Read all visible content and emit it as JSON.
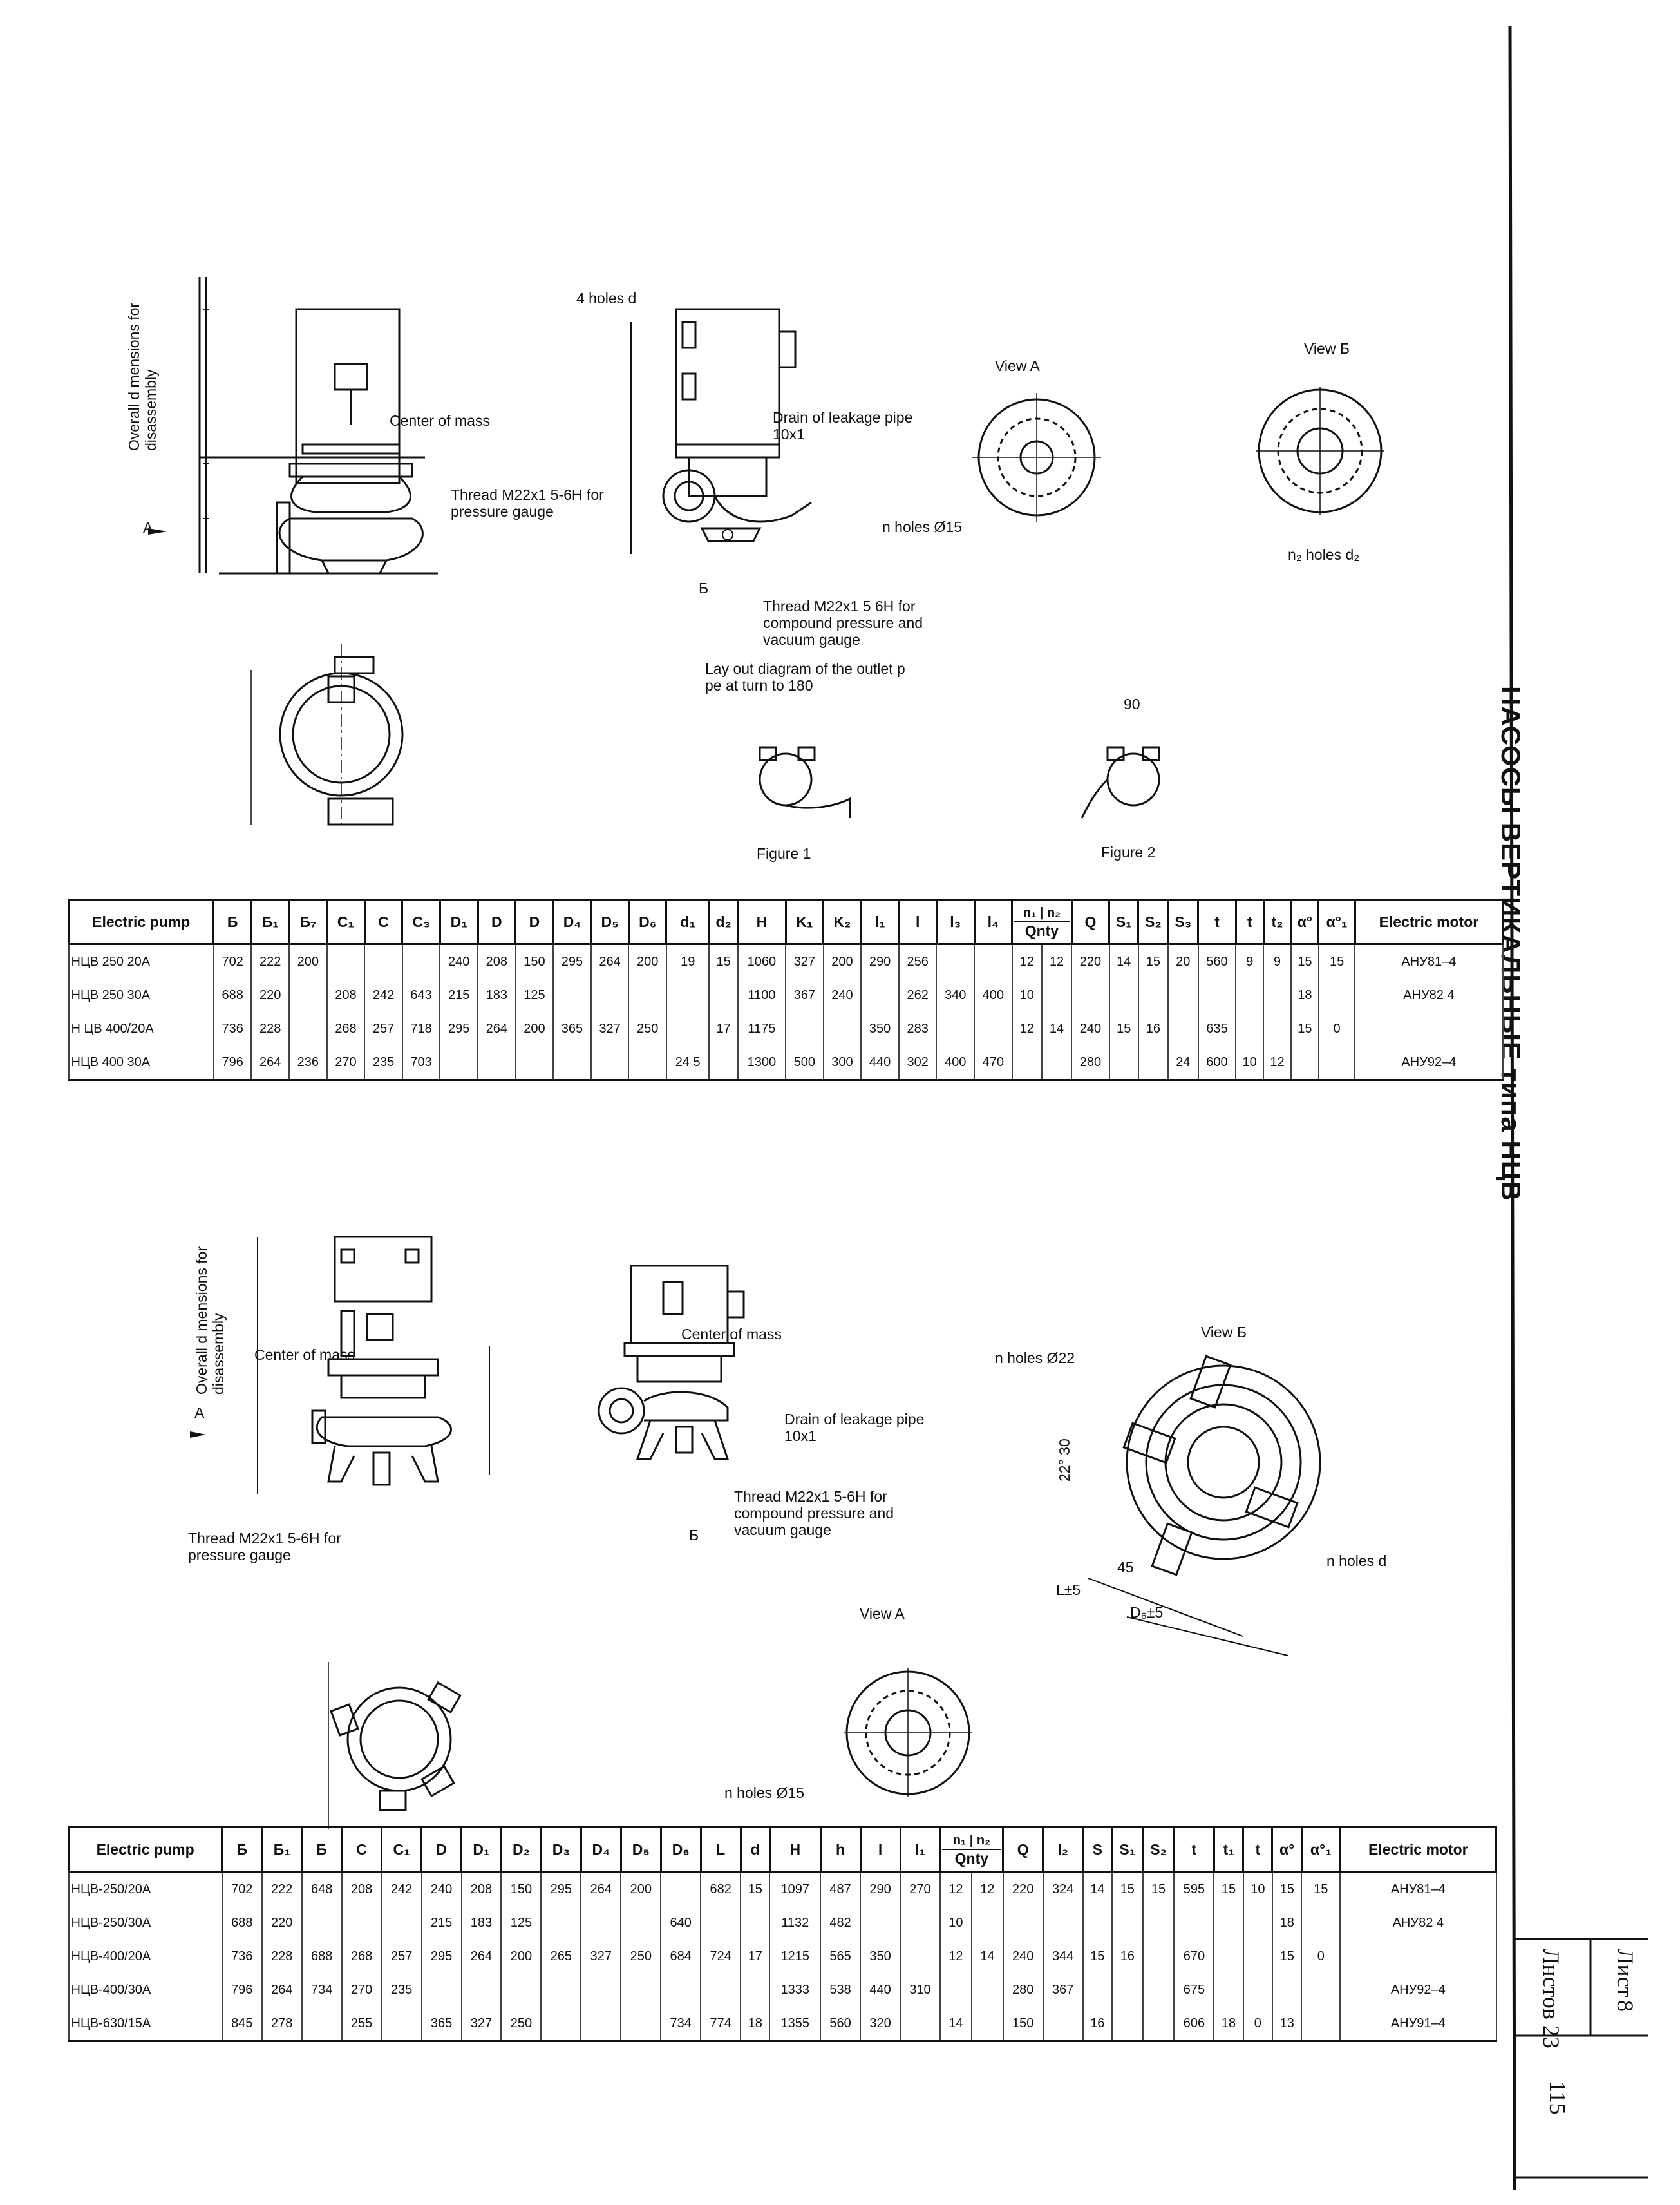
{
  "page": {
    "side_title": "НАСОСЫ ВЕРТИКАЛЬНЫЕ типа НЦВ",
    "stamp_sheet_label": "Лист",
    "stamp_sheet_num": "8",
    "stamp_doc": "Лнстов 23",
    "stamp_page": "115"
  },
  "top_drawings": {
    "overall_dims": "Overall d mensions for disassembly",
    "center_of_mass": "Center of mass",
    "thread_pressure": "Thread M22x1 5-6H for pressure gauge",
    "four_holes": "4 holes d",
    "drain": "Drain of leakage pipe 10x1",
    "thread_compound": "Thread M22x1 5 6H for compound pressure and vacuum gauge",
    "view_a": "View A",
    "view_b": "View Б",
    "n_holes": "n holes Ø15",
    "n2_holes": "n₂ holes d₂",
    "layout": "Lay out diagram of the outlet p pe at turn to 180",
    "ninety": "90",
    "figure1": "Figure 1",
    "figure2": "Figure 2",
    "label_A": "A",
    "label_B": "Б"
  },
  "table1": {
    "headers": [
      "Electric pump",
      "Б",
      "Б₁",
      "Б₇",
      "C₁",
      "C",
      "C₃",
      "D₁",
      "D",
      "D",
      "D₄",
      "D₅",
      "D₆",
      "d₁",
      "d₂",
      "H",
      "K₁",
      "K₂",
      "l₁",
      "l",
      "l₃",
      "l₄",
      "n₁|n₂ Qnty",
      "",
      "Q",
      "S₁",
      "S₂",
      "S₃",
      "t",
      "t",
      "t₂",
      "α°",
      "α°₁",
      "Electric motor"
    ],
    "qnty_top": [
      "n₁",
      "n₂"
    ],
    "qnty": "Qnty",
    "rows": [
      [
        "НЦВ 250 20А",
        "702",
        "222",
        "200",
        "",
        "",
        "",
        "240",
        "208",
        "150",
        "295",
        "264",
        "200",
        "19",
        "15",
        "1060",
        "327",
        "200",
        "290",
        "256",
        "",
        "",
        "12",
        "12",
        "220",
        "14",
        "15",
        "20",
        "560",
        "9",
        "9",
        "15",
        "15",
        "АНУ81–4"
      ],
      [
        "НЦВ 250 30А",
        "688",
        "220",
        "",
        "208",
        "242",
        "643",
        "215",
        "183",
        "125",
        "",
        "",
        "",
        "",
        "",
        "1100",
        "367",
        "240",
        "",
        "262",
        "340",
        "400",
        "10",
        "",
        "",
        "",
        "",
        "",
        "",
        "",
        "",
        "18",
        "",
        "АНУ82 4"
      ],
      [
        "Н ЦВ 400/20А",
        "736",
        "228",
        "",
        "268",
        "257",
        "718",
        "295",
        "264",
        "200",
        "365",
        "327",
        "250",
        "",
        "17",
        "1175",
        "",
        "",
        "350",
        "283",
        "",
        "",
        "12",
        "14",
        "240",
        "15",
        "16",
        "",
        "635",
        "",
        "",
        "15",
        "0",
        ""
      ],
      [
        "НЦВ 400 30А",
        "796",
        "264",
        "236",
        "270",
        "235",
        "703",
        "",
        "",
        "",
        "",
        "",
        "",
        "24 5",
        "",
        "1300",
        "500",
        "300",
        "440",
        "302",
        "400",
        "470",
        "",
        "",
        "280",
        "",
        "",
        "24",
        "600",
        "10",
        "12",
        "",
        "",
        "АНУ92–4"
      ]
    ]
  },
  "bottom_drawings": {
    "overall_dims": "Overall d mensions for disassembly",
    "center_of_mass": "Center of mass",
    "center_of_mass2": "Center of mass",
    "drain": "Drain of leakage pipe 10x1",
    "thread_compound": "Thread M22x1 5-6H for compound pressure and vacuum gauge",
    "thread_pressure": "Thread M22x1 5-6H for pressure gauge",
    "view_b": "View Б",
    "n_holes22": "n holes Ø22",
    "n_holes_d": "n holes d",
    "view_a": "View A",
    "n_holes15": "n holes Ø15",
    "angle": "22° 30",
    "l5": "L±5",
    "d6": "D₆±5",
    "deg45": "45",
    "label_A": "A",
    "label_B": "Б"
  },
  "table2": {
    "headers": [
      "Electric pump",
      "Б",
      "Б₁",
      "Б",
      "C",
      "C₁",
      "D",
      "D₁",
      "D₂",
      "D₃",
      "D₄",
      "D₅",
      "D₆",
      "L",
      "d",
      "H",
      "h",
      "l",
      "l₁",
      "n₁|n₂ Qnty",
      "",
      "Q",
      "l₂",
      "S",
      "S₁",
      "S₂",
      "t",
      "t₁",
      "t",
      "α°",
      "α°₁",
      "Electric motor"
    ],
    "qnty_top": [
      "n₁",
      "n₂"
    ],
    "qnty": "Qnty",
    "rows": [
      [
        "НЦВ-250/20А",
        "702",
        "222",
        "648",
        "208",
        "242",
        "240",
        "208",
        "150",
        "295",
        "264",
        "200",
        "",
        "682",
        "15",
        "1097",
        "487",
        "290",
        "270",
        "12",
        "12",
        "220",
        "324",
        "14",
        "15",
        "15",
        "595",
        "15",
        "10",
        "15",
        "15",
        "АНУ81–4"
      ],
      [
        "НЦВ-250/30А",
        "688",
        "220",
        "",
        "",
        "",
        "215",
        "183",
        "125",
        "",
        "",
        "",
        "640",
        "",
        "",
        "1132",
        "482",
        "",
        "",
        "10",
        "",
        "",
        "",
        "",
        "",
        "",
        "",
        "",
        "",
        "18",
        "",
        "АНУ82 4"
      ],
      [
        "НЦВ-400/20А",
        "736",
        "228",
        "688",
        "268",
        "257",
        "295",
        "264",
        "200",
        "265",
        "327",
        "250",
        "684",
        "724",
        "17",
        "1215",
        "565",
        "350",
        "",
        "12",
        "14",
        "240",
        "344",
        "15",
        "16",
        "",
        "670",
        "",
        "",
        "15",
        "0",
        ""
      ],
      [
        "НЦВ-400/30А",
        "796",
        "264",
        "734",
        "270",
        "235",
        "",
        "",
        "",
        "",
        "",
        "",
        "",
        "",
        "",
        "1333",
        "538",
        "440",
        "310",
        "",
        "",
        "280",
        "367",
        "",
        "",
        "",
        "675",
        "",
        "",
        "",
        "",
        "АНУ92–4"
      ],
      [
        "НЦВ-630/15А",
        "845",
        "278",
        "",
        "255",
        "",
        "365",
        "327",
        "250",
        "",
        "",
        "",
        "734",
        "774",
        "18",
        "1355",
        "560",
        "320",
        "",
        "14",
        "",
        "150",
        "",
        "16",
        "",
        "",
        "606",
        "18",
        "0",
        "13",
        "",
        "АНУ91–4"
      ]
    ]
  }
}
